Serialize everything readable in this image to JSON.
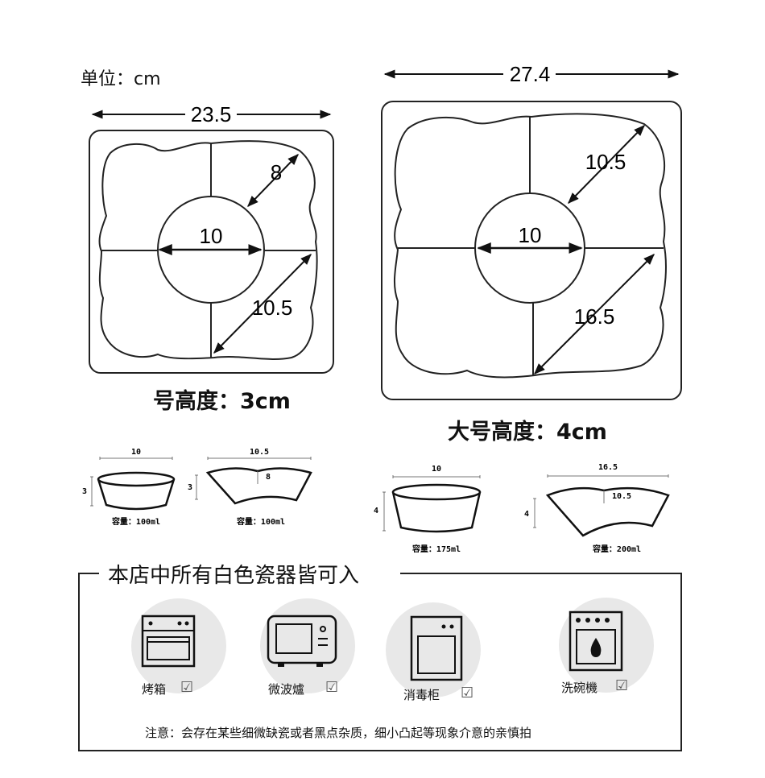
{
  "unit_label": "单位：cm",
  "small": {
    "width": "23.5",
    "petal": "8",
    "center": "10",
    "diag": "10.5",
    "caption": "号高度：3cm",
    "bowl_round": {
      "width": "10",
      "height": "3",
      "capacity": "容量：100ml"
    },
    "bowl_petal": {
      "width": "10.5",
      "inner": "8",
      "height": "3",
      "capacity": "容量：100ml"
    }
  },
  "large": {
    "width": "27.4",
    "petal": "10.5",
    "center": "10",
    "diag": "16.5",
    "caption": "大号高度：4cm",
    "bowl_round": {
      "width": "10",
      "height": "4",
      "capacity": "容量：175ml"
    },
    "bowl_petal": {
      "width": "16.5",
      "inner": "10.5",
      "height": "4",
      "capacity": "容量：200ml"
    }
  },
  "notice": {
    "title": "本店中所有白色瓷器皆可入",
    "appliances": [
      {
        "label": "烤箱",
        "icon": "oven-icon"
      },
      {
        "label": "微波爐",
        "icon": "microwave-icon"
      },
      {
        "label": "消毒柜",
        "icon": "sterilizer-icon"
      },
      {
        "label": "洗碗機",
        "icon": "dishwasher-icon"
      }
    ],
    "note": "注意：会存在某些细微缺瓷或者黑点杂质，细小凸起等现象介意的亲慎拍"
  }
}
